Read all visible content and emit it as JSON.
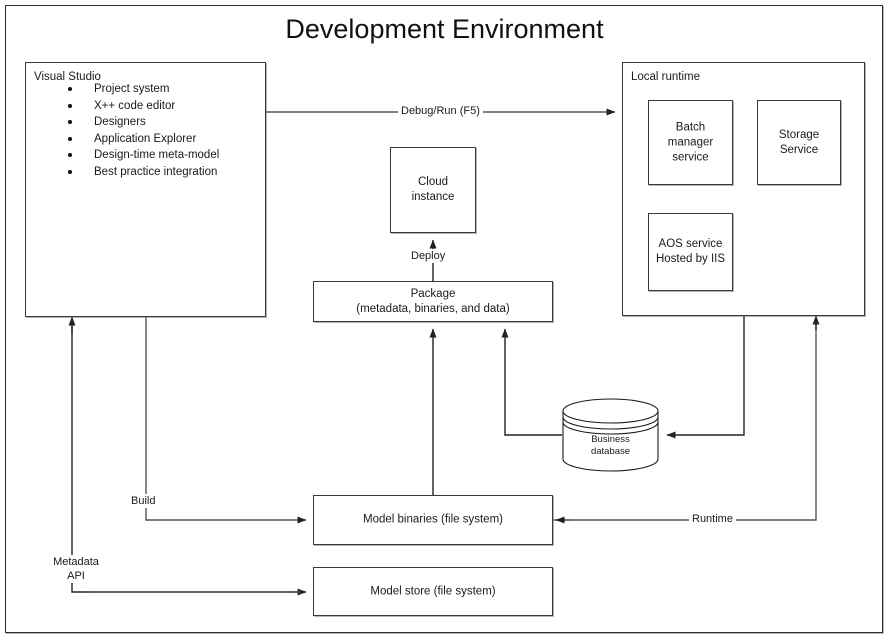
{
  "diagram": {
    "title": "Development Environment",
    "type": "architecture-flow-diagram"
  },
  "nodes": {
    "visual_studio": {
      "label": "Visual Studio",
      "bullets": [
        "Project system",
        "X++ code editor",
        "Designers",
        "Application Explorer",
        "Design-time meta-model",
        "Best practice integration"
      ]
    },
    "local_runtime": {
      "label": "Local runtime",
      "children": {
        "batch_manager": "Batch\nmanager\nservice",
        "storage_service": "Storage\nService",
        "aos_service": "AOS service\nHosted by IIS"
      }
    },
    "cloud_instance": {
      "label": "Cloud\ninstance"
    },
    "package": {
      "label": "Package\n(metadata, binaries, and data)"
    },
    "model_binaries": {
      "label": "Model binaries (file system)"
    },
    "model_store": {
      "label": "Model store (file system)"
    },
    "business_database": {
      "label": "Business\ndatabase"
    }
  },
  "edges": {
    "debug_run": {
      "label": "Debug/Run (F5)",
      "from": "visual_studio",
      "to": "local_runtime"
    },
    "deploy": {
      "label": "Deploy",
      "from": "package",
      "to": "cloud_instance"
    },
    "build": {
      "label": "Build",
      "from": "visual_studio",
      "to": "model_binaries"
    },
    "metadata_api": {
      "label": "Metadata\nAPI",
      "from": "model_store",
      "to": "visual_studio"
    },
    "runtime": {
      "label": "Runtime",
      "from": "local_runtime",
      "to": "model_binaries"
    },
    "binaries_to_package": {
      "label": "",
      "from": "model_binaries",
      "to": "package"
    },
    "database_to_package": {
      "label": "",
      "from": "business_database",
      "to": "package"
    },
    "aos_to_database": {
      "label": "",
      "from": "local_runtime",
      "to": "business_database"
    }
  },
  "colors": {
    "stroke": "#3a3a3a",
    "arrow": "#555555",
    "text": "#1a1a1a",
    "background": "#ffffff"
  }
}
